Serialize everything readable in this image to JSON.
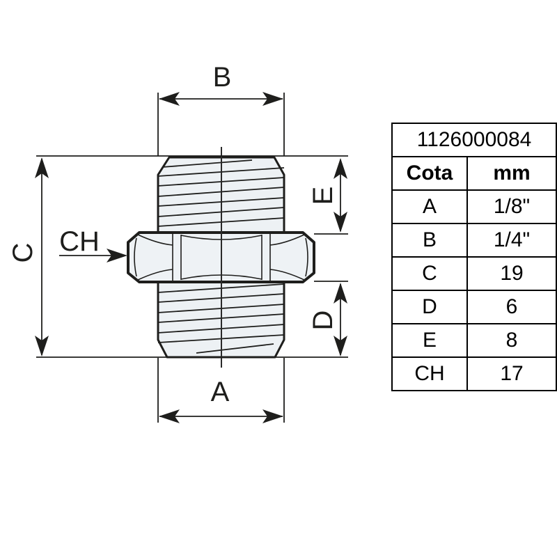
{
  "drawing": {
    "labels": {
      "a": "A",
      "b": "B",
      "c": "C",
      "d": "D",
      "e": "E",
      "ch": "CH"
    }
  },
  "table": {
    "part_number": "1126000084",
    "col_dim": "Cota",
    "col_unit": "mm",
    "rows": [
      {
        "dim": "A",
        "value": "1/8\""
      },
      {
        "dim": "B",
        "value": "1/4\""
      },
      {
        "dim": "C",
        "value": "19"
      },
      {
        "dim": "D",
        "value": "6"
      },
      {
        "dim": "E",
        "value": "8"
      },
      {
        "dim": "CH",
        "value": "17"
      }
    ]
  },
  "colors": {
    "line": "#1e1e1c",
    "body_fill": "#edf1f4",
    "nut_fill": "#eef2f5",
    "table_border": "#000000",
    "background": "#ffffff"
  }
}
